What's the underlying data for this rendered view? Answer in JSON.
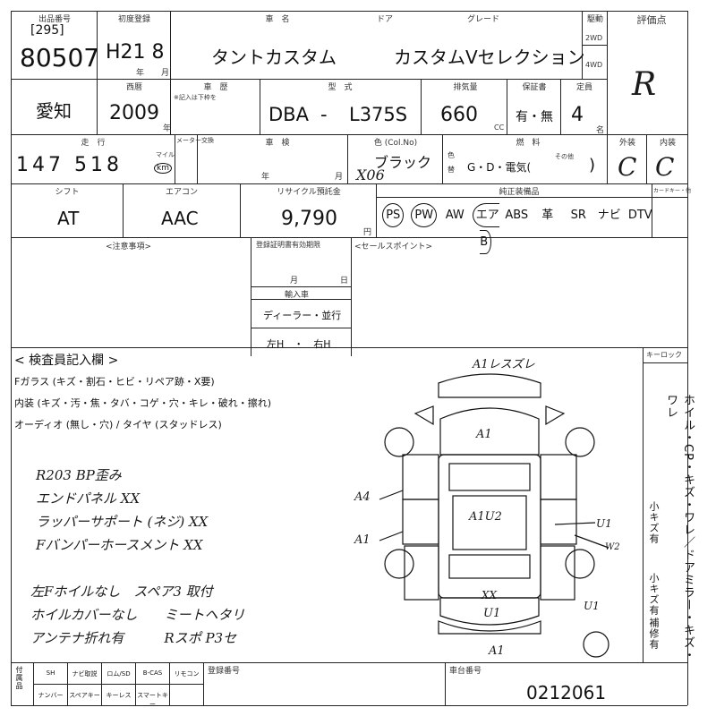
{
  "header": {
    "auction_no_label": "出品番号",
    "lane": "[295]",
    "lot_no": "80507",
    "first_reg_label": "初度登録",
    "first_reg": "H21 8",
    "year_unit": "年",
    "month_unit": "月",
    "car_name_label": "車　名",
    "car_name": "タントカスタム",
    "door_label": "ドア",
    "grade_label": "グレード",
    "grade": "カスタムVセレクション",
    "drive_label": "駆動",
    "drive_2wd": "2WD",
    "drive_4wd": "4WD",
    "rating_label": "評価点",
    "rating": "R"
  },
  "row2": {
    "model_year_label": "西暦",
    "model_year": "2009",
    "model_year_unit": "年",
    "chassis_label": "車　歴",
    "chassis_note": "※記入は下枠を",
    "type_label": "型　式",
    "type_prefix": "DBA",
    "type_dash": "-",
    "type_code": "L375S",
    "displacement_label": "排気量",
    "displacement": "660",
    "cc": "CC",
    "warranty_label": "保証書",
    "warranty": "有・無",
    "capacity_label": "定員",
    "capacity": "4",
    "capacity_unit": "名"
  },
  "row3": {
    "mileage_label": "走　行",
    "mileage": "147 518",
    "mileage_unit_miles": "マイル",
    "mileage_unit_km": "km",
    "exchange_label": "メーター交換",
    "inspection_label": "車　検",
    "inspection_year": "年",
    "inspection_month": "月",
    "color_label": "色 (Col.No)",
    "color_name": "ブラック",
    "color_code": "X06",
    "color_change_label": "色替",
    "fuel_label": "燃　料",
    "fuel_options": "G・D・電気(",
    "fuel_other": "その他",
    "fuel_close": ")",
    "exterior_label": "外装",
    "exterior": "C",
    "interior_label": "内装",
    "interior": "C"
  },
  "row4": {
    "shift_label": "シフト",
    "shift": "AT",
    "aircon_label": "エアコン",
    "aircon": "AAC",
    "recycle_label": "リサイクル預託金",
    "recycle": "9,790",
    "recycle_unit": "円",
    "equipment_label": "純正装備品",
    "equipment": [
      "PS",
      "PW",
      "AW",
      "エアB",
      "ABS",
      "革",
      "SR",
      "ナビ",
      "DTV"
    ],
    "equipment_circled": [
      "PS",
      "PW",
      "エアB"
    ],
    "card_key_label": "カードキー・他"
  },
  "middle": {
    "notes_label": "<注意事項>",
    "inspection_expiry_label": "登録証明書有効期限",
    "inspection_expiry_month": "月",
    "inspection_expiry_day": "日",
    "import_label": "輸入車",
    "import_dealer": "ディーラー・並行",
    "handle": "左H　・　右H",
    "sales_point_label": "<セールスポイント>"
  },
  "inspector": {
    "title": "< 検査員記入欄 >",
    "glass": "Fガラス (キズ・割石・ヒビ・リペア跡・X要)",
    "interior": "内装 (キズ・汚・焦・タバ・コゲ・穴・キレ・破れ・擦れ)",
    "audio": "オーディオ (無し・穴) / タイヤ (スタッドレス)",
    "handwritten": [
      "R203 BP歪み",
      "エンドパネル XX",
      "ラッパーサポート (ネジ) XX",
      "Fバンパーホースメント XX",
      "左Fホイルなし　スペア3 取付",
      "ホイルカバーなし　　ミートヘタリ",
      "アンテナ折れ有　　　Rスポ P3セ"
    ],
    "keylock_label": "キーロック",
    "side_text": "ホイル・CP・キズ・ワレ／ドアミラー・キズ・ワレ",
    "side_small1": "小キズ有",
    "side_small2": "小キズ有",
    "side_repair": "補修有"
  },
  "diagram_marks": {
    "top": "A1レスズレ",
    "hood": "A1",
    "roof": "A1U2",
    "left_front": "A4",
    "left_rear": "A1",
    "right_u1": "U1",
    "right_w2": "W2",
    "rear_xx": "XX",
    "rear_u1": "U1",
    "right_rear_u1": "U1",
    "bottom": "A1"
  },
  "footer": {
    "items_row1": [
      "SH",
      "ナビ取説",
      "ロム/SD",
      "B-CAS",
      "リモコン"
    ],
    "items_row2": [
      "ナンバー",
      "スペアキー",
      "キーレス",
      "スマートキー"
    ],
    "side_label": "付属品",
    "reg_no_label": "登録番号",
    "chassis_no_label": "車台番号",
    "chassis_no": "0212061"
  }
}
